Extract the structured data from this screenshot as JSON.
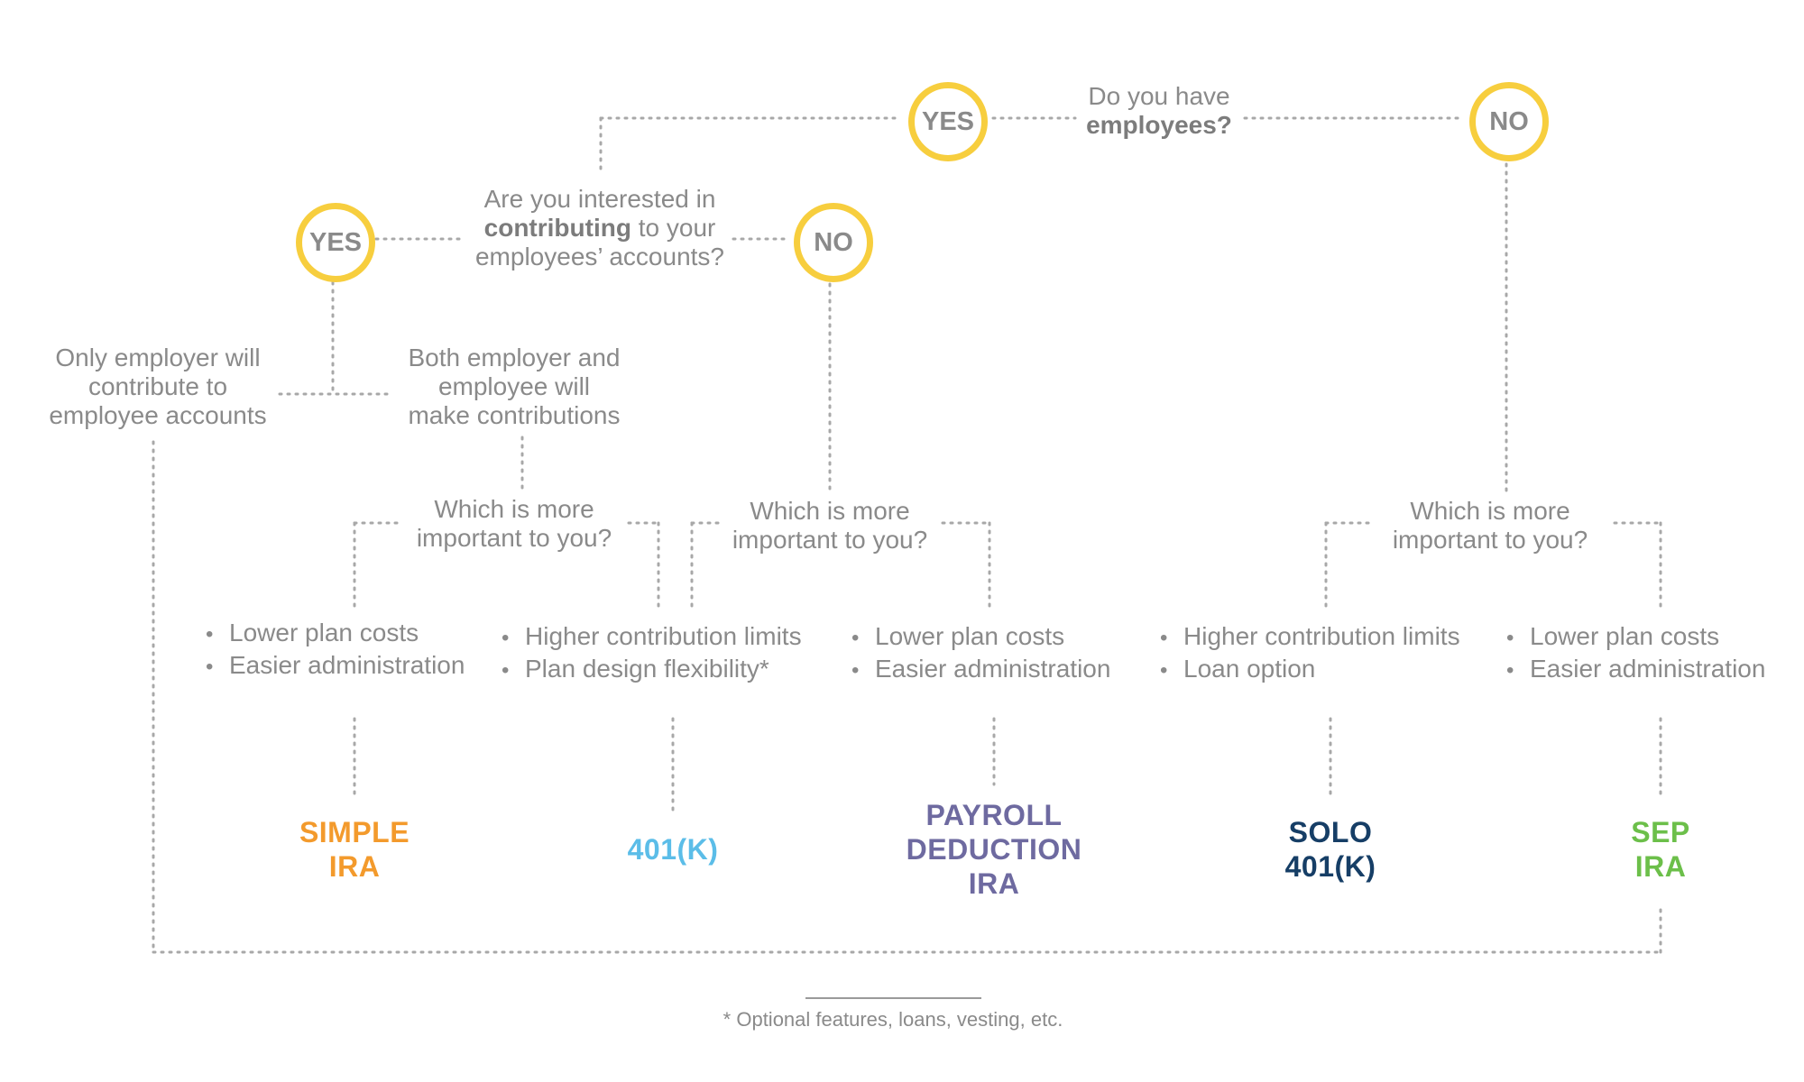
{
  "questions": {
    "employees": {
      "line1": "Do you have",
      "bold": "employees?"
    },
    "contributing": {
      "pre": "Are you interested in",
      "bold": "contributing",
      "post": "to your",
      "line3": "employees’ accounts?"
    },
    "only_employer": {
      "line1": "Only employer will",
      "line2": "contribute to",
      "line3": "employee accounts"
    },
    "both": {
      "line1": "Both employer and",
      "line2": "employee will",
      "line3": "make contributions"
    },
    "important_left": {
      "line1": "Which is more",
      "line2": "important to you?"
    },
    "important_mid": {
      "line1": "Which is more",
      "line2": "important to you?"
    },
    "important_right": {
      "line1": "Which is more",
      "line2": "important to you?"
    }
  },
  "answers": {
    "employees_yes": "YES",
    "employees_no": "NO",
    "contributing_yes": "YES",
    "contributing_no": "NO"
  },
  "options": {
    "simple": [
      "Lower plan costs",
      "Easier administration"
    ],
    "k401": [
      "Higher contribution limits",
      "Plan design flexibility*"
    ],
    "payroll": [
      "Lower plan costs",
      "Easier administration"
    ],
    "solo": [
      "Higher contribution limits",
      "Loan option"
    ],
    "sep": [
      "Lower plan costs",
      "Easier administration"
    ]
  },
  "plans": {
    "simple": {
      "line1": "SIMPLE",
      "line2": "IRA",
      "color": "#f39a2c"
    },
    "k401": {
      "line1": "401(K)",
      "color": "#5bbde8"
    },
    "payroll": {
      "line1": "PAYROLL",
      "line2": "DEDUCTION",
      "line3": "IRA",
      "color": "#6e6aa0"
    },
    "solo": {
      "line1": "SOLO",
      "line2": "401(K)",
      "color": "#163e66"
    },
    "sep": {
      "line1": "SEP",
      "line2": "IRA",
      "color": "#6cbf4a"
    }
  },
  "colors": {
    "circle_border": "#f7ce3e",
    "text": "#8a8a8a",
    "connector": "#a8a8a8"
  },
  "footnote": "* Optional features, loans, vesting, etc."
}
